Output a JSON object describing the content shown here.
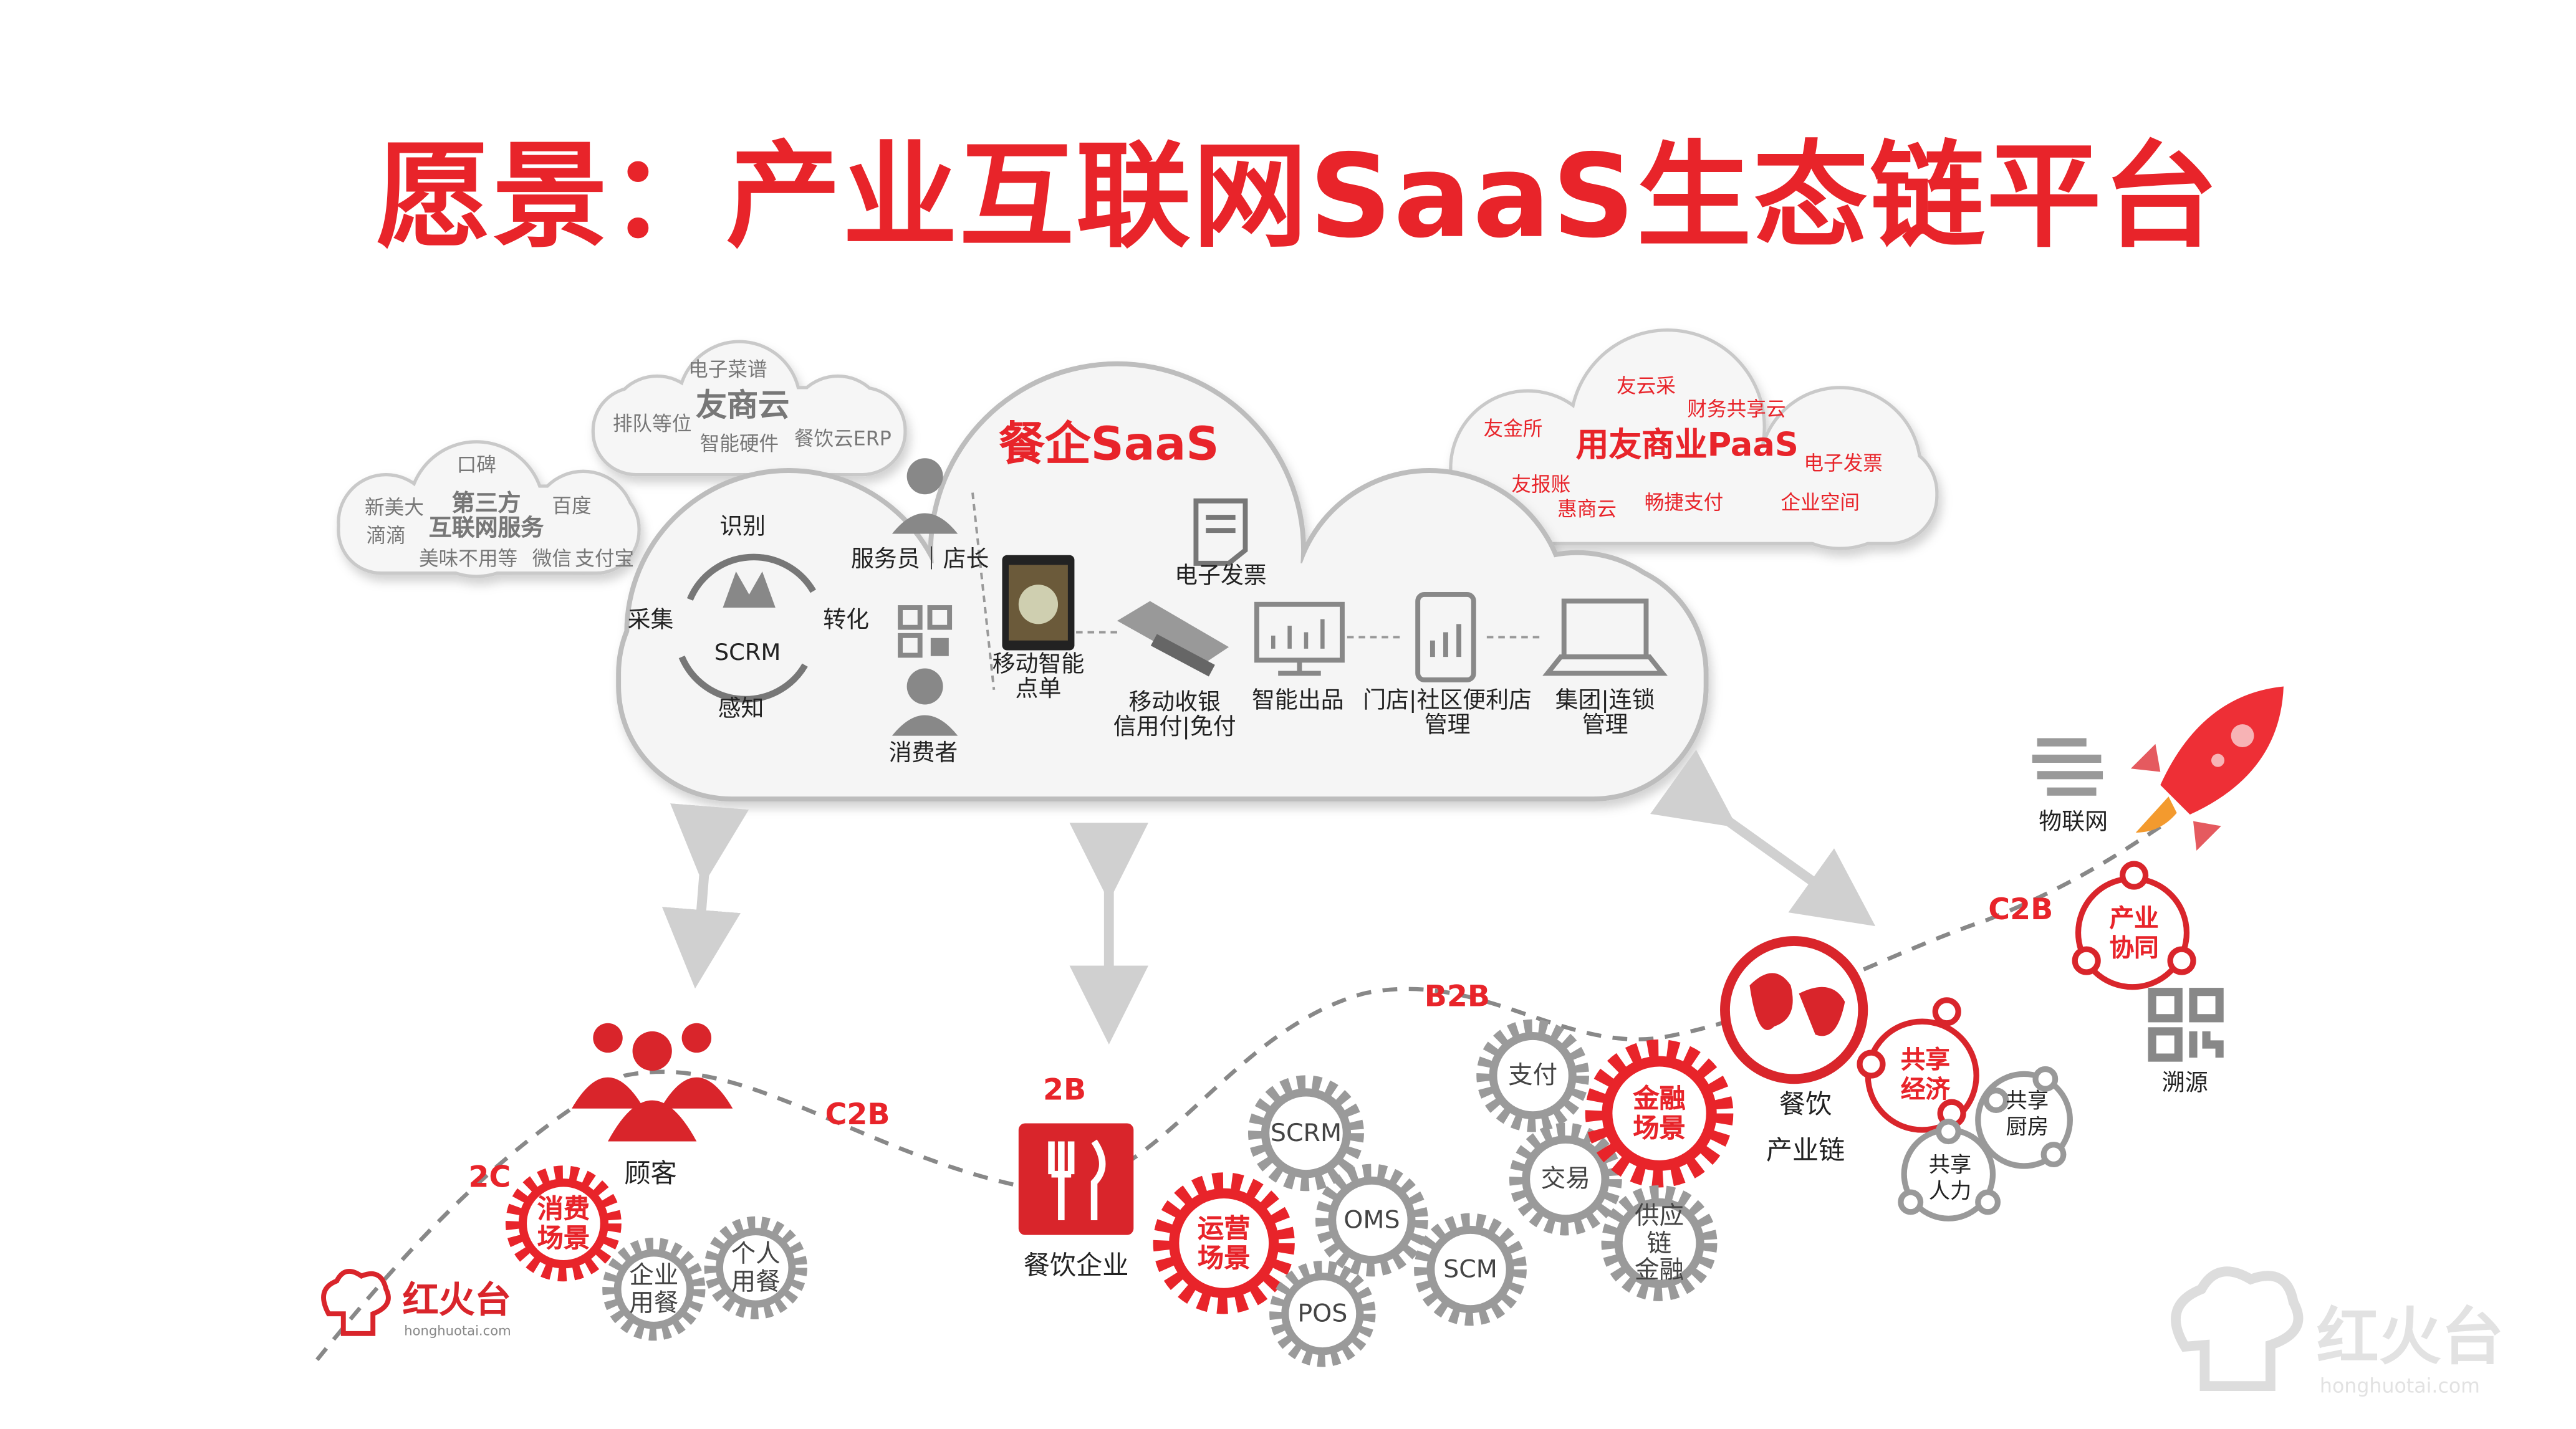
{
  "title": "愿景：产业互联网SaaS生态链平台",
  "colors": {
    "brand_red": "#e8242a",
    "gear_gray": "#9a9a9a",
    "cloud_fill": "#f5f5f5"
  },
  "cloud_third_party": {
    "title_line1": "第三方",
    "title_line2": "互联网服务",
    "items": [
      "口碑",
      "新美大",
      "百度",
      "滴滴",
      "美味不用等",
      "微信",
      "支付宝"
    ]
  },
  "cloud_youshang": {
    "title": "友商云",
    "items": [
      "电子菜谱",
      "排队等位",
      "智能硬件",
      "餐饮云ERP"
    ]
  },
  "cloud_paas": {
    "title": "用友商业PaaS",
    "items": [
      "友云采",
      "财务共享云",
      "友金所",
      "电子发票",
      "友报账",
      "惠商云",
      "畅捷支付",
      "企业空间"
    ]
  },
  "main_cloud": {
    "title": "餐企SaaS",
    "scrm": {
      "center": "SCRM",
      "top": "识别",
      "left": "采集",
      "right": "转化",
      "bottom": "感知"
    },
    "staff_label": "服务员｜店长",
    "consumer_label": "消费者",
    "mobile_order": [
      "移动智能",
      "点单"
    ],
    "e_invoice": "电子发票",
    "mobile_pay": [
      "移动收银",
      "信用付|免付"
    ],
    "smart_output": "智能出品",
    "store_mgmt": [
      "门店|社区便利店",
      "管理"
    ],
    "group_mgmt": [
      "集团|连锁",
      "管理"
    ]
  },
  "flow_labels": {
    "to_c": "2C",
    "c2b_1": "C2B",
    "to_b": "2B",
    "b2b": "B2B",
    "c2b_2": "C2B"
  },
  "nodes": {
    "customer": "顾客",
    "enterprise": "餐饮企业",
    "industry_chain": [
      "餐饮",
      "产业链"
    ],
    "iot": "物联网",
    "trace": "溯源"
  },
  "gears": {
    "consumption_scene": "消费\n场景",
    "enterprise_meal": "企业\n用餐",
    "personal_meal": "个人\n用餐",
    "operation_scene": "运营\n场景",
    "scrm": "SCRM",
    "oms": "OMS",
    "pos": "POS",
    "scm": "SCM",
    "payment": "支付",
    "trade": "交易",
    "finance_scene": "金融\n场景",
    "supply_finance": "供应链\n金融"
  },
  "circles": {
    "sharing_economy": [
      "共享",
      "经济"
    ],
    "industry_collab": [
      "产业",
      "协同"
    ],
    "shared_kitchen": [
      "共享",
      "厨房"
    ],
    "shared_labor": [
      "共享",
      "人力"
    ]
  },
  "logo": {
    "name": "红火台",
    "domain": "honghuotai.com"
  },
  "watermark": {
    "name": "红火台",
    "domain": "honghuotai.com"
  }
}
